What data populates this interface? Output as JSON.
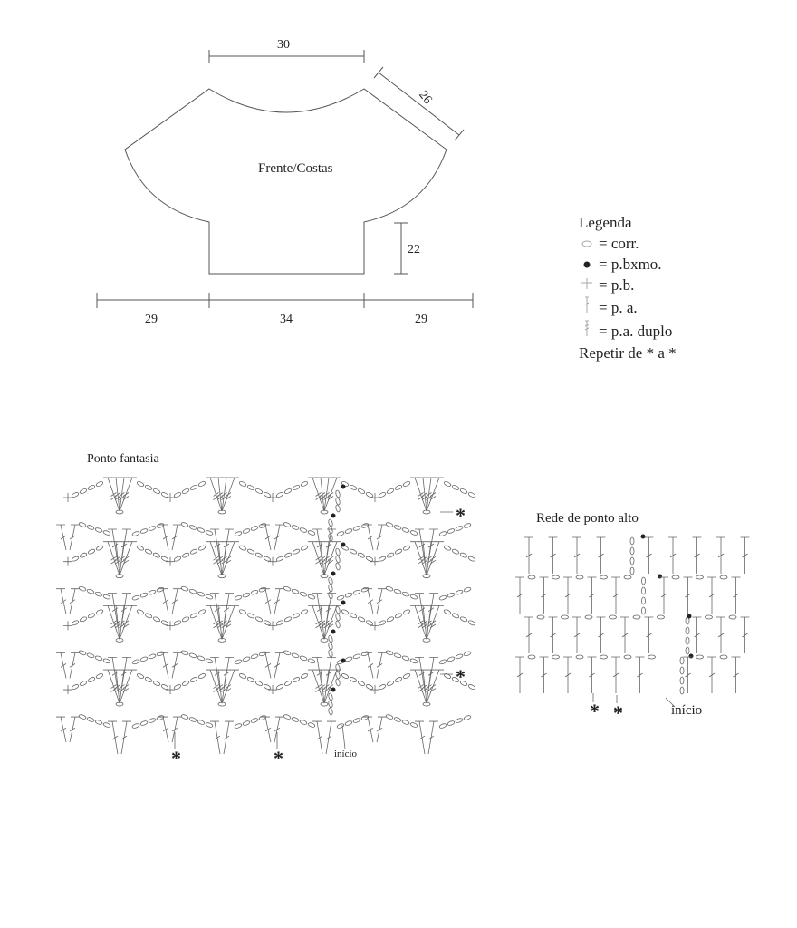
{
  "schematic": {
    "piece_label": "Frente/Costas",
    "dim_top": "30",
    "dim_shoulder": "26",
    "dim_side": "22",
    "dim_bottom_left": "29",
    "dim_bottom_center": "34",
    "dim_bottom_right": "29"
  },
  "legend": {
    "title": "Legenda",
    "items": [
      {
        "icon": "chain-oval-icon",
        "label": "= corr."
      },
      {
        "icon": "slip-stitch-dot-icon",
        "label": "= p.bxmo."
      },
      {
        "icon": "single-crochet-cross-icon",
        "label": "= p.b."
      },
      {
        "icon": "double-crochet-icon",
        "label": "= p. a."
      },
      {
        "icon": "treble-crochet-icon",
        "label": "= p.a. duplo"
      }
    ],
    "repeat": "Repetir de * a *"
  },
  "chart_fantasia": {
    "title": "Ponto fantasia",
    "start_label": "início",
    "asterisk": "*"
  },
  "chart_rede": {
    "title": "Rede de ponto alto",
    "start_label": "início",
    "asterisk": "*"
  }
}
